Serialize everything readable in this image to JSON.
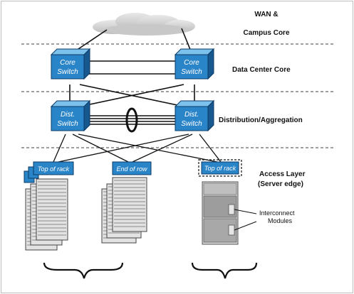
{
  "layers": {
    "wan_line1": "WAN &",
    "wan_line2": "Campus Core",
    "dc_core": "Data Center Core",
    "distribution": "Distribution/Aggregation",
    "access_line1": "Access Layer",
    "access_line2": "(Server edge)"
  },
  "switches": {
    "core_left_line1": "Core",
    "core_left_line2": "Switch",
    "core_right_line1": "Core",
    "core_right_line2": "Switch",
    "dist_left_line1": "Dist.",
    "dist_left_line2": "Switch",
    "dist_right_line1": "Dist.",
    "dist_right_line2": "Switch"
  },
  "access": {
    "top_of_rack": "Top of rack",
    "end_of_row": "End of row",
    "top_of_rack_blade": "Top of rack"
  },
  "interconnect": {
    "line1": "Interconnect",
    "line2": "Modules"
  },
  "colors": {
    "switch_front": "#2a84c8",
    "switch_dark": "#17588f",
    "switch_light": "#7cc0ec",
    "divider": "#666666",
    "server_face": "#e2e2e2"
  }
}
